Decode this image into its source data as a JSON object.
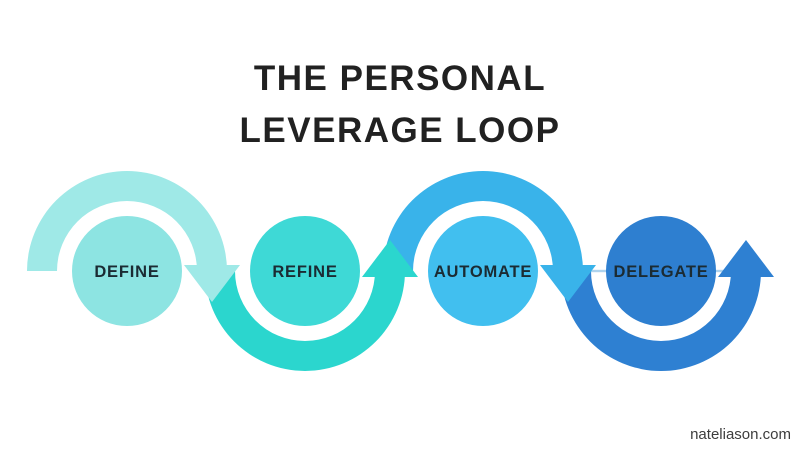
{
  "title": {
    "line1": "THE PERSONAL",
    "line2": "LEVERAGE LOOP",
    "color": "#212121"
  },
  "diagram": {
    "text_color": "#1B2B33",
    "connector_line_color": "#AED3EE",
    "steps": [
      {
        "label": "DEFINE",
        "circle_color": "#8DE4E2",
        "arc_color": "#9FE9E7",
        "arc_position": "over",
        "arrow_direction": "down"
      },
      {
        "label": "REFINE",
        "circle_color": "#3ED9D6",
        "arc_color": "#2BD6CE",
        "arc_position": "under",
        "arrow_direction": "up"
      },
      {
        "label": "AUTOMATE",
        "circle_color": "#41BFEF",
        "arc_color": "#39B3EA",
        "arc_position": "over",
        "arrow_direction": "down"
      },
      {
        "label": "DELEGATE",
        "circle_color": "#2E7FD0",
        "arc_color": "#2E80D2",
        "arc_position": "under",
        "arrow_direction": "up"
      }
    ]
  },
  "footer": {
    "website": "nateliason.com"
  }
}
